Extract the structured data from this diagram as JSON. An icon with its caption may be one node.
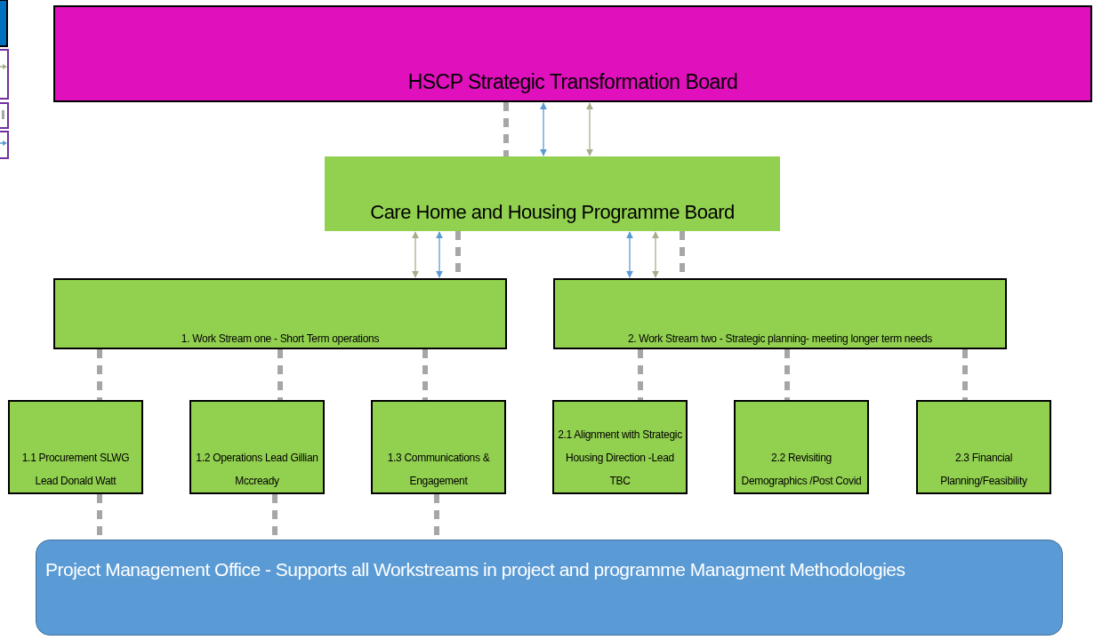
{
  "diagram": {
    "nodes": [
      {
        "text": [
          "HSCP Strategic Transformation Board"
        ]
      },
      {
        "text": [
          "Care Home and Housing Programme Board"
        ]
      },
      {
        "text": [
          "1. Work Stream one - Short Term operations"
        ]
      },
      {
        "text": [
          "2.  Work Stream two - Strategic planning- meeting longer term needs"
        ]
      },
      {
        "text": [
          "1.1 Procurement SLWG Lead Donald Watt"
        ]
      },
      {
        "text": [
          "1.2 Operations Lead Gillian Mccready"
        ]
      },
      {
        "text": [
          "1.3 Communications & Engagement"
        ]
      },
      {
        "text": [
          "2.1 Alignment with Strategic Housing Direction  -Lead TBC"
        ]
      },
      {
        "text": [
          "2.2 Revisiting Demographics /Post Covid"
        ]
      },
      {
        "text": [
          "2.3 Financial Planning/Feasibility"
        ]
      },
      {
        "text": [
          "Project Management Office - Supports all Workstreams in project and programme Managment Methodologies"
        ]
      }
    ],
    "edges": [
      {
        "from": 0,
        "to": 1,
        "arrow": "none",
        "style": "dashed"
      },
      {
        "from": 0,
        "to": 1,
        "arrow": "both",
        "color": "#5b9bd5"
      },
      {
        "from": 0,
        "to": 1,
        "arrow": "both",
        "color": "#a9ad8a"
      },
      {
        "from": 1,
        "to": 2,
        "arrow": "both",
        "color": "#a9ad8a"
      },
      {
        "from": 1,
        "to": 2,
        "arrow": "both",
        "color": "#5b9bd5"
      },
      {
        "from": 1,
        "to": 2,
        "arrow": "none",
        "style": "dashed"
      },
      {
        "from": 1,
        "to": 3,
        "arrow": "both",
        "color": "#5b9bd5"
      },
      {
        "from": 1,
        "to": 3,
        "arrow": "both",
        "color": "#a9ad8a"
      },
      {
        "from": 1,
        "to": 3,
        "arrow": "none",
        "style": "dashed"
      },
      {
        "from": 2,
        "to": 4,
        "arrow": "none",
        "style": "dashed"
      },
      {
        "from": 2,
        "to": 5,
        "arrow": "none",
        "style": "dashed"
      },
      {
        "from": 2,
        "to": 6,
        "arrow": "none",
        "style": "dashed"
      },
      {
        "from": 3,
        "to": 7,
        "arrow": "none",
        "style": "dashed"
      },
      {
        "from": 3,
        "to": 8,
        "arrow": "none",
        "style": "dashed"
      },
      {
        "from": 3,
        "to": 9,
        "arrow": "none",
        "style": "dashed"
      },
      {
        "from": 4,
        "to": 10,
        "arrow": "none",
        "style": "dashed"
      },
      {
        "from": 5,
        "to": 10,
        "arrow": "none",
        "style": "dashed"
      },
      {
        "from": 6,
        "to": 10,
        "arrow": "none",
        "style": "dashed"
      }
    ]
  }
}
